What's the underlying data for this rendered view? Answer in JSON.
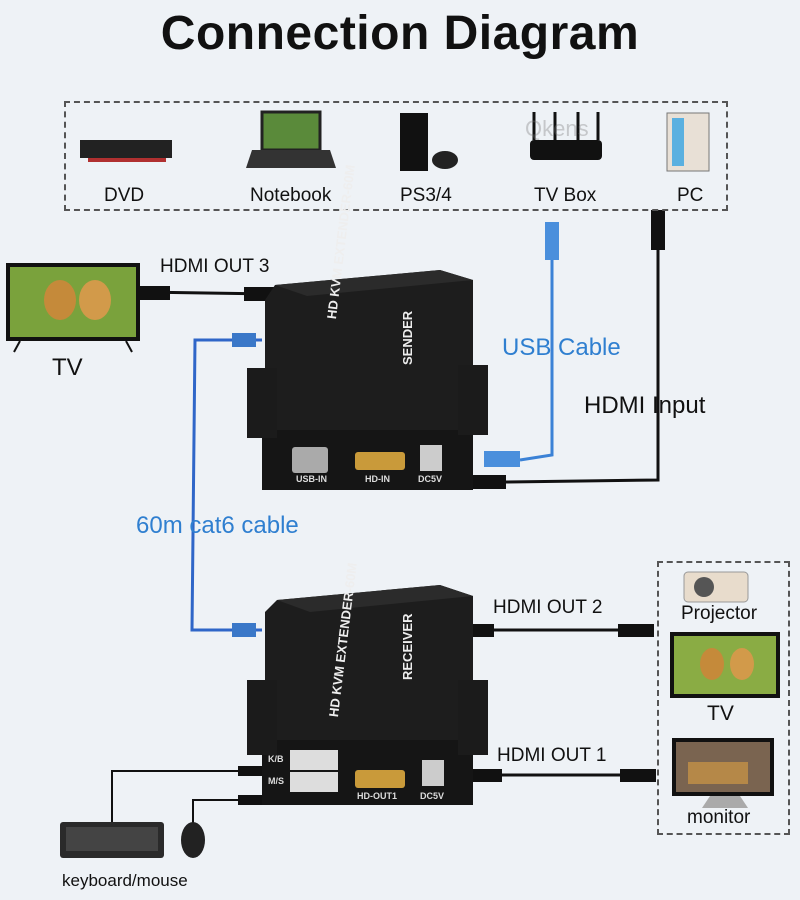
{
  "title": "Connection Diagram",
  "sources": [
    "DVD",
    "Notebook",
    "PS3/4",
    "TV Box",
    "PC"
  ],
  "labels": {
    "hdmi_out_3": "HDMI OUT 3",
    "tv_left": "TV",
    "usb_cable": "USB Cable",
    "hdmi_input": "HDMI Input",
    "cat6": "60m cat6 cable",
    "hdmi_out_2": "HDMI OUT 2",
    "hdmi_out_1": "HDMI OUT 1",
    "projector": "Projector",
    "tv_right": "TV",
    "monitor": "monitor",
    "keyboard_mouse": "keyboard/mouse"
  },
  "sender": {
    "model": "HD KVM EXTENDER-60M",
    "role": "SENDER",
    "ports": [
      "USB-IN",
      "HD-IN",
      "DC5V"
    ]
  },
  "receiver": {
    "model": "HD KVM EXTENDER-60M",
    "role": "RECEIVER",
    "ports": [
      "K/B",
      "M/S",
      "HD-OUT1",
      "DC5V"
    ]
  },
  "watermark": "Qkens",
  "colors": {
    "accent": "#2f7fd0",
    "device": "#1c1c1c",
    "cable": "#111111"
  }
}
